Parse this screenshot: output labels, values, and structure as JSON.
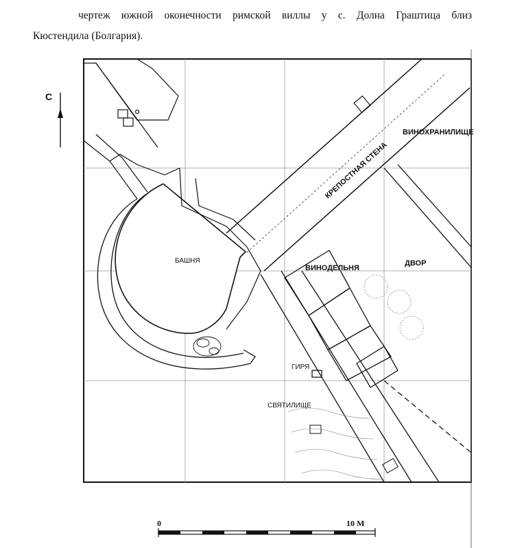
{
  "caption": {
    "line1": "чертеж южной оконечности римской виллы у с. Долна Граштица близ",
    "line2": "Кюстендила (Болгария)."
  },
  "plan": {
    "north_label": "С",
    "labels": {
      "tower": "БАШНЯ",
      "fortress_wall": "КРЕПОСТНАЯ СТЕНА",
      "wine_storage": "ВИНОХРАНИЛИЩЕ",
      "winery": "ВИНОДЕЛЬНЯ",
      "yard": "ДВОР",
      "weight": "ГИРЯ",
      "sanctuary": "СВЯТИЛИЩЕ"
    }
  },
  "scale_bar": {
    "start_label": "0",
    "end_label": "10 М"
  }
}
